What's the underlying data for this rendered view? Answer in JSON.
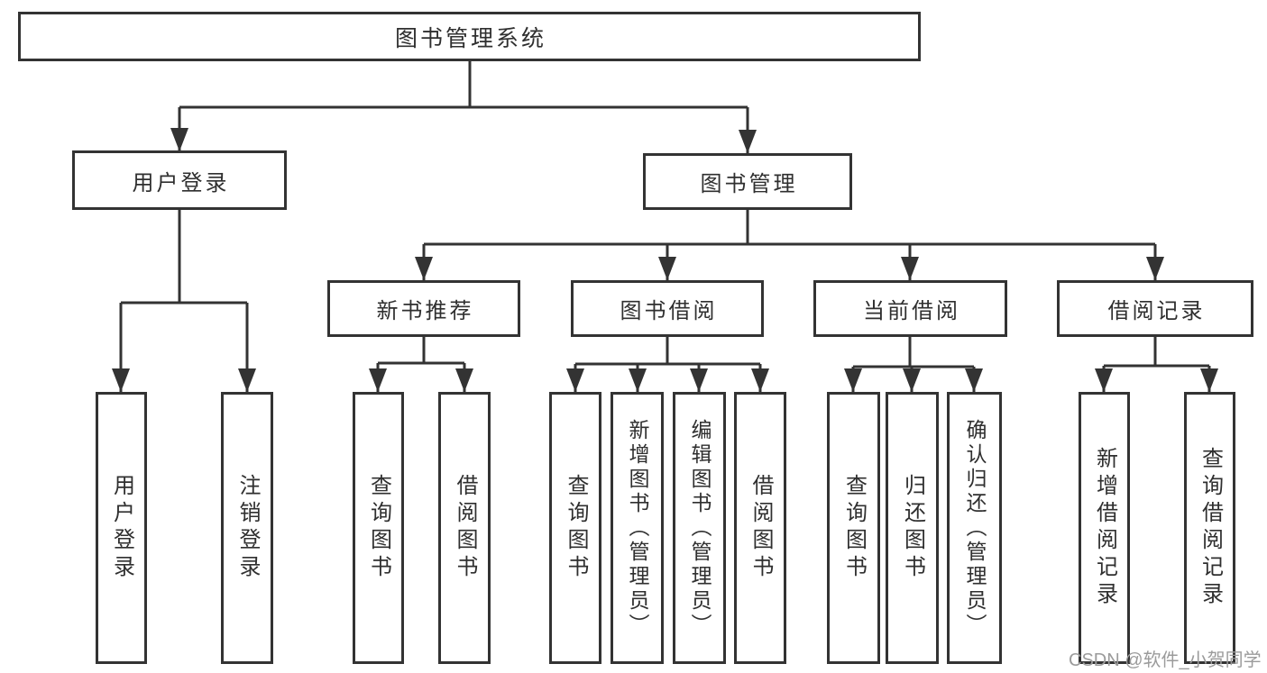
{
  "diagram_title": "图书管理系统",
  "tree": {
    "root": {
      "label": "图书管理系统"
    },
    "children": [
      {
        "label": "用户登录",
        "children": [
          {
            "label": "用户登录"
          },
          {
            "label": "注销登录"
          }
        ]
      },
      {
        "label": "图书管理",
        "children": [
          {
            "label": "新书推荐",
            "children": [
              {
                "label": "查询图书"
              },
              {
                "label": "借阅图书"
              }
            ]
          },
          {
            "label": "图书借阅",
            "children": [
              {
                "label": "查询图书"
              },
              {
                "label": "新增图书（管理员）"
              },
              {
                "label": "编辑图书（管理员）"
              },
              {
                "label": "借阅图书"
              }
            ]
          },
          {
            "label": "当前借阅",
            "children": [
              {
                "label": "查询图书"
              },
              {
                "label": "归还图书"
              },
              {
                "label": "确认归还（管理员）"
              }
            ]
          },
          {
            "label": "借阅记录",
            "children": [
              {
                "label": "新增借阅记录"
              },
              {
                "label": "查询借阅记录"
              }
            ]
          }
        ]
      }
    ]
  },
  "watermark": "CSDN @软件_小贺同学",
  "colors": {
    "line": "#333333",
    "box_border": "#333333",
    "box_fill": "#ffffff",
    "text": "#2f2f2f",
    "watermark": "#9b9b9b"
  }
}
